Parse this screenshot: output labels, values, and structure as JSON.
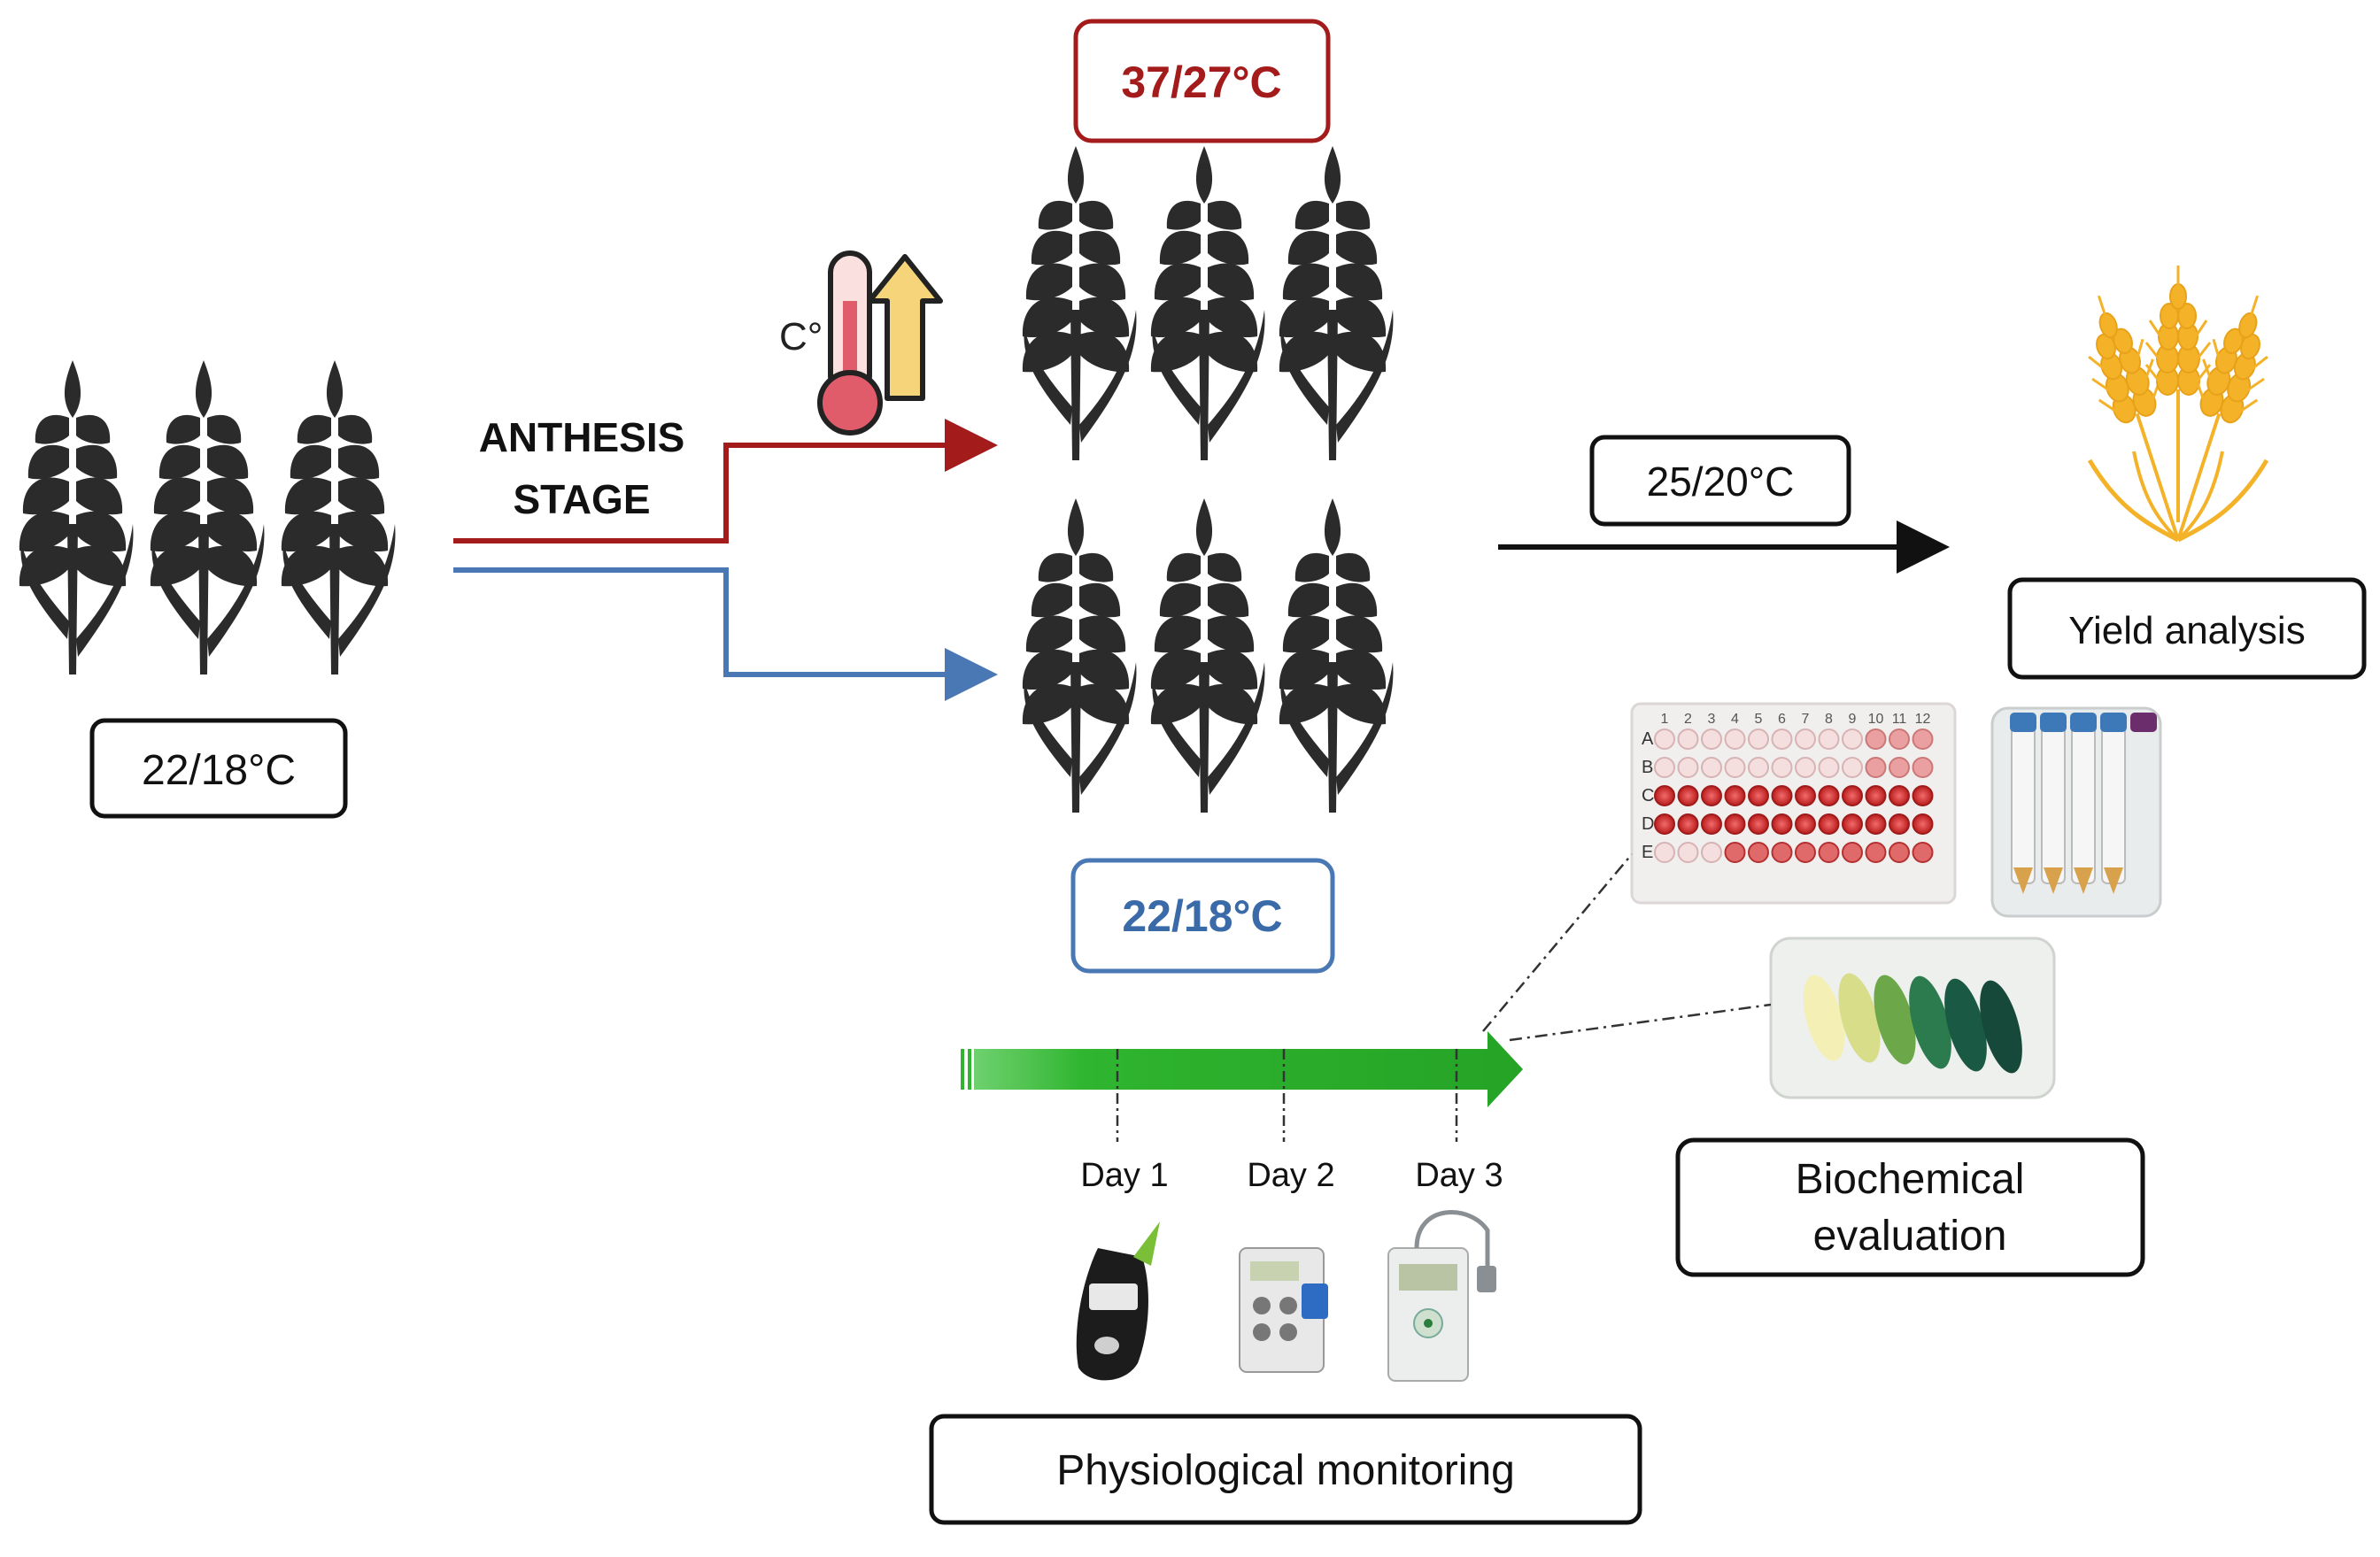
{
  "initial": {
    "temp_label": "22/18°C"
  },
  "transition": {
    "label_line1": "ANTHESIS",
    "label_line2": "STAGE"
  },
  "heat_treatment": {
    "temp_label": "37/27°C",
    "color": "#a31b1b"
  },
  "control_treatment": {
    "temp_label": "22/18°C",
    "color": "#4a78b4"
  },
  "recovery": {
    "temp_label": "25/20°C"
  },
  "yield": {
    "label": "Yield analysis",
    "wheat_color": "#f3b228"
  },
  "timeline": {
    "color": "#2fb52f",
    "days": [
      "Day 1",
      "Day 2",
      "Day 3"
    ],
    "label": "Physiological monitoring"
  },
  "biochem": {
    "label_line1": "Biochemical",
    "label_line2": "evaluation",
    "plate_rows": [
      "A",
      "B",
      "C",
      "D",
      "E"
    ],
    "plate_cols": [
      "1",
      "2",
      "3",
      "4",
      "5",
      "6",
      "7",
      "8",
      "9",
      "10",
      "11",
      "12"
    ]
  },
  "icons": {
    "wheat": "wheat-icon",
    "thermometer": "thermometer-rising-icon",
    "devices": [
      "chlorophyll-meter-icon",
      "porometer-icon",
      "fluorometer-icon"
    ]
  }
}
